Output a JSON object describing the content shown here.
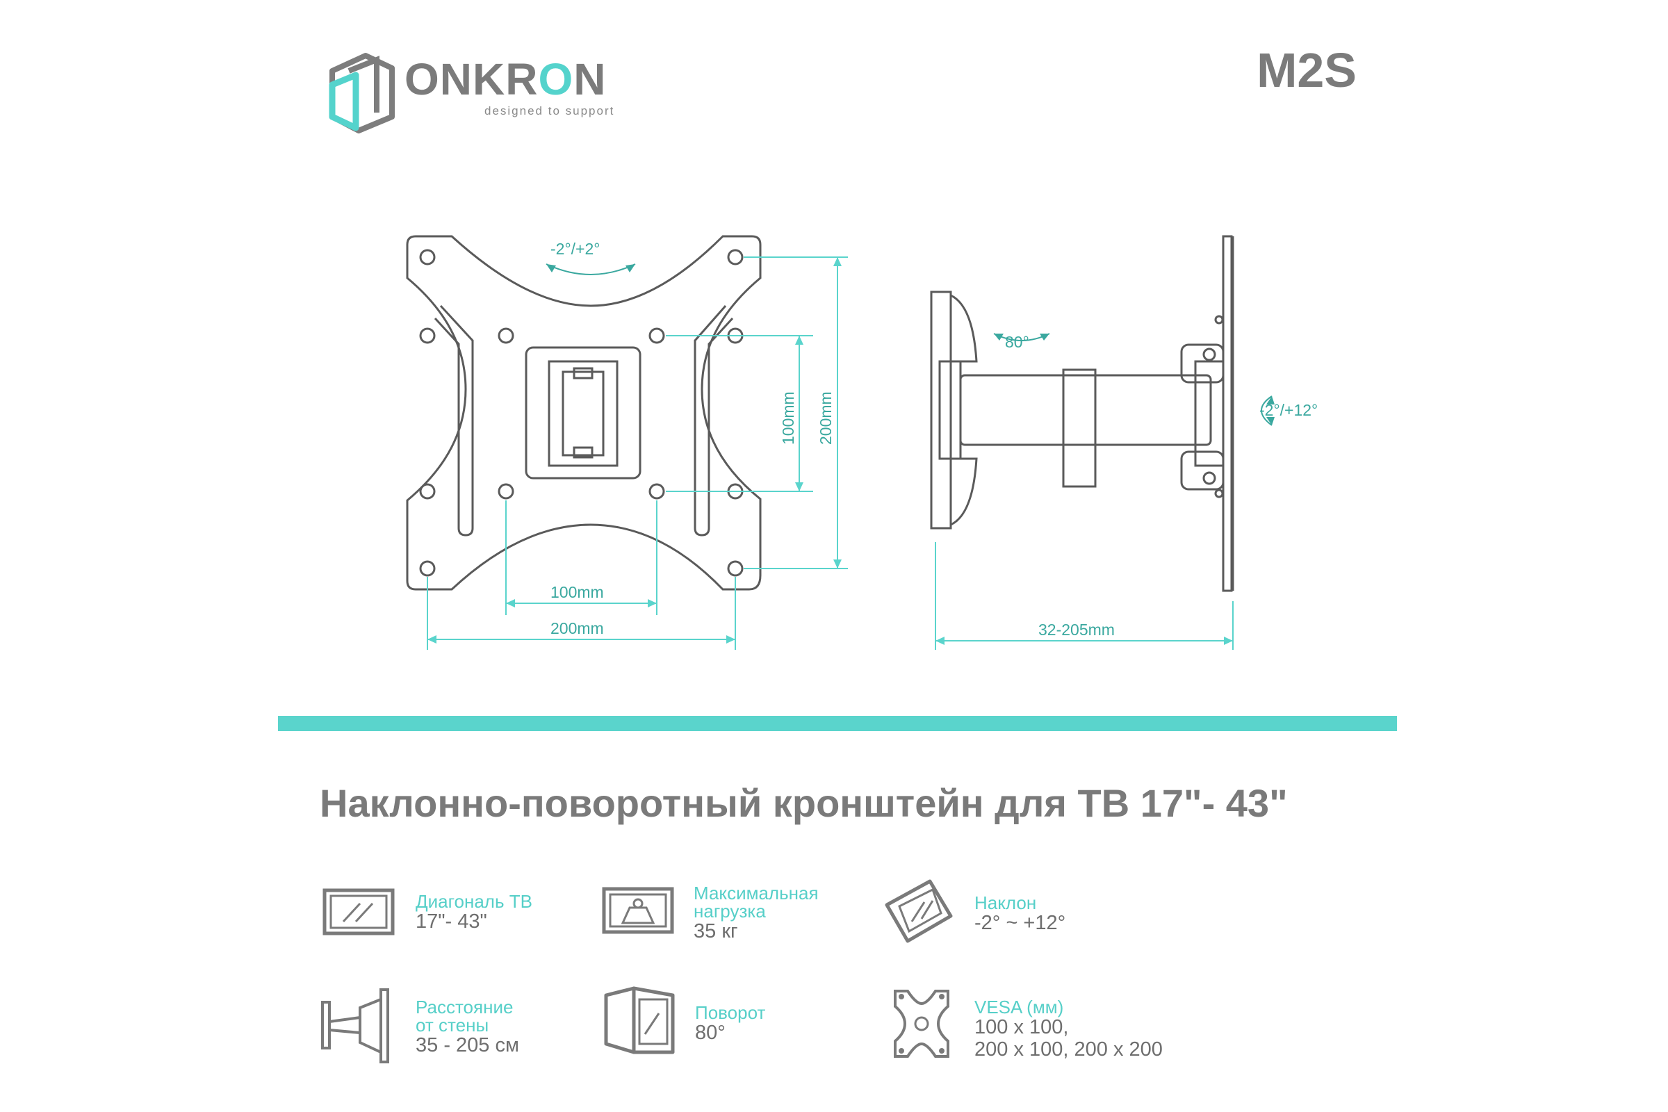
{
  "header": {
    "brand_name_main": "ONKR",
    "brand_name_accent": "O",
    "brand_name_tail": "N",
    "tagline": "designed to support",
    "model": "M2S"
  },
  "front_view": {
    "swivel_label": "-2°/+2°",
    "dim_inner_vertical": "100mm",
    "dim_outer_vertical": "200mm",
    "dim_inner_horizontal": "100mm",
    "dim_outer_horizontal": "200mm"
  },
  "side_view": {
    "rotation_label": "80°",
    "tilt_label": "-2°/+12°",
    "wall_distance": "32-205mm"
  },
  "title": "Наклонно-поворотный кронштейн для ТВ 17\"- 43\"",
  "specs": {
    "diagonal": {
      "label": "Диагональ ТВ",
      "value": "17\"- 43\"",
      "icon": "tv-screen-icon"
    },
    "max_load": {
      "label": "Максимальная\nнагрузка",
      "value": "35 кг",
      "icon": "weight-icon"
    },
    "tilt": {
      "label": "Наклон",
      "value": "-2° ~ +12°",
      "icon": "tilt-icon"
    },
    "wall_distance": {
      "label": "Расстояние\nот стены",
      "value": "35 - 205 см",
      "icon": "wall-arm-icon"
    },
    "swivel": {
      "label": "Поворот",
      "value": "80°",
      "icon": "swivel-icon"
    },
    "vesa": {
      "label": "VESA (мм)",
      "value": "100 x 100,\n200 x 100, 200 x 200",
      "icon": "vesa-plate-icon"
    }
  },
  "colors": {
    "accent": "#5ad4cc",
    "text": "#757575",
    "line": "#5a5a5a"
  }
}
